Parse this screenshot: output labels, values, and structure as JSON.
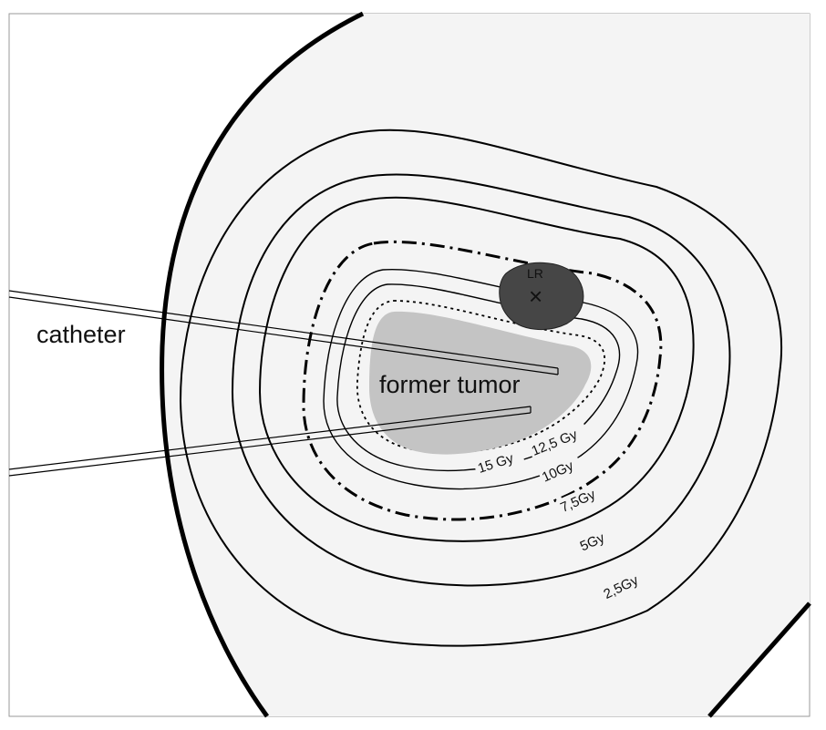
{
  "labels": {
    "catheter": "catheter",
    "tumor": "former tumor",
    "lr": "LR",
    "lr_marker": "×"
  },
  "dose_levels": [
    {
      "value": 2.5,
      "label": "2,5Gy"
    },
    {
      "value": 5,
      "label": "5Gy"
    },
    {
      "value": 7.5,
      "label": "7,5Gy"
    },
    {
      "value": 10,
      "label": "10Gy"
    },
    {
      "value": 12.5,
      "label": "12,5 Gy"
    },
    {
      "value": 15,
      "label": "15 Gy"
    }
  ],
  "colors": {
    "background": "#f4f4f4",
    "tumor": "#c4c4c4",
    "lr_region": "#464646",
    "lines": "#000000"
  }
}
